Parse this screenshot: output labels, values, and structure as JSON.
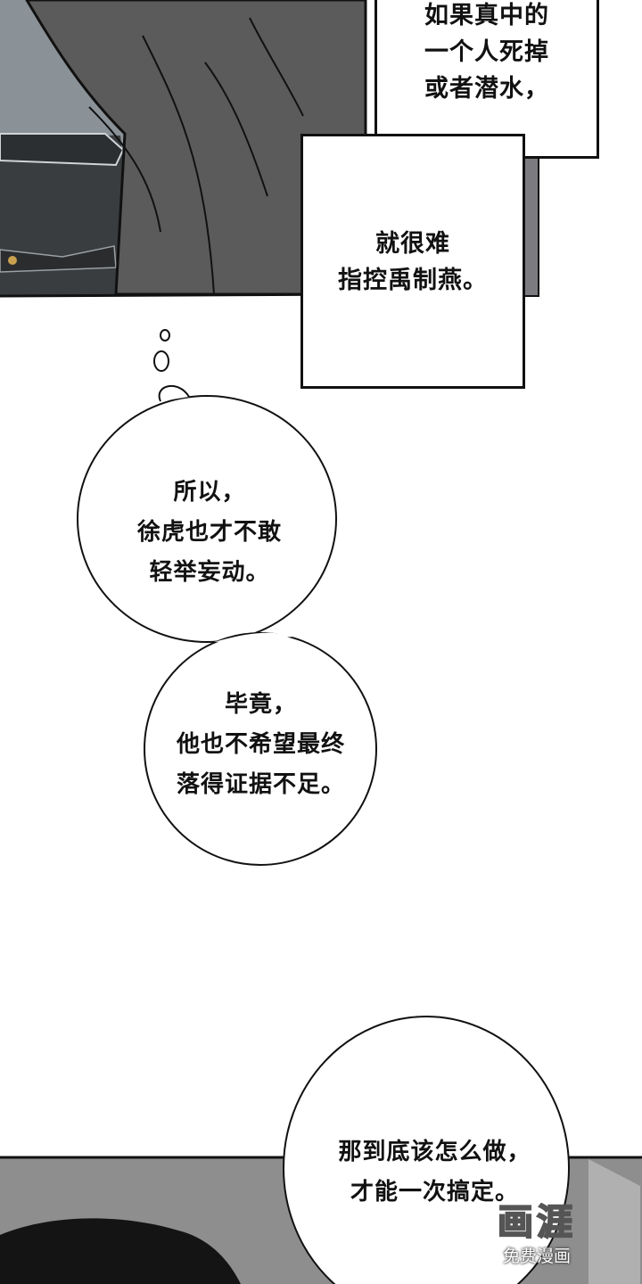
{
  "captions": [
    {
      "lines": [
        "如果真中的",
        "一个人死掉",
        "或者潜水，"
      ]
    },
    {
      "lines": [
        "就很难",
        "指控禹制燕。"
      ]
    }
  ],
  "bubbles": [
    {
      "lines": [
        "所以，",
        "徐虎也才不敢",
        "轻举妄动。"
      ]
    },
    {
      "lines": [
        "毕竟，",
        "他也不希望最终",
        "落得证据不足。"
      ]
    },
    {
      "lines": [
        "那到底该怎么做，",
        "才能一次搞定。"
      ]
    }
  ],
  "watermark": {
    "logo": "画涯",
    "subtitle": "免费漫画"
  },
  "colors": {
    "ink": "#111111",
    "coat": "#5b5b5b",
    "car": "#3a3d3f",
    "sky": "#8a9298",
    "paper": "#ffffff"
  }
}
